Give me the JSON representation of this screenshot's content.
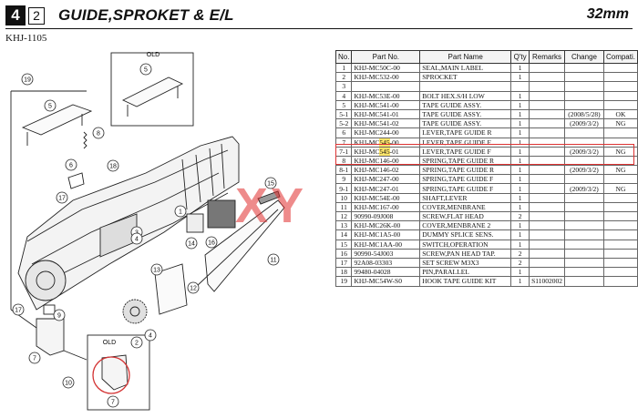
{
  "header": {
    "page_number": "4",
    "sub_number": "2",
    "title": "GUIDE,SPROKET & E/L",
    "size": "32mm",
    "code": "KHJ-1105"
  },
  "diagram": {
    "old_label_top": "OLD",
    "old_label_bottom": "OLD",
    "callouts": [
      "19",
      "5",
      "5",
      "8",
      "6",
      "17",
      "18",
      "1",
      "3",
      "4",
      "15",
      "14",
      "16",
      "13",
      "12",
      "11",
      "17",
      "9",
      "7",
      "2",
      "4",
      "10",
      "7"
    ]
  },
  "watermark": "XY",
  "table": {
    "headers": [
      "No.",
      "Part No.",
      "Part Name",
      "Q'ty",
      "Remarks",
      "Change",
      "Compati."
    ],
    "rows": [
      [
        "1",
        "KHJ-MC50C-00",
        "SEAL,MAIN LABEL",
        "1",
        "",
        "",
        ""
      ],
      [
        "2",
        "KHJ-MC532-00",
        "SPROCKET",
        "1",
        "",
        "",
        ""
      ],
      [
        "3",
        "",
        "",
        "",
        "",
        "",
        ""
      ],
      [
        "4",
        "KHJ-MC53E-00",
        "BOLT HEX.S/H LOW",
        "1",
        "",
        "",
        ""
      ],
      [
        "5",
        "KHJ-MC541-00",
        "TAPE GUIDE ASSY.",
        "1",
        "",
        "",
        ""
      ],
      [
        "5-1",
        "KHJ-MC541-01",
        "TAPE GUIDE ASSY.",
        "1",
        "",
        "(2008/5/28)",
        "OK"
      ],
      [
        "5-2",
        "KHJ-MC541-02",
        "TAPE GUIDE ASSY.",
        "1",
        "",
        "(2009/3/2)",
        "NG"
      ],
      [
        "6",
        "KHJ-MC244-00",
        "LEVER,TAPE GUIDE R",
        "1",
        "",
        "",
        ""
      ],
      [
        "7",
        "KHJ-MC545-00",
        "LEVER,TAPE GUIDE F",
        "1",
        "",
        "",
        ""
      ],
      [
        "7-1",
        "KHJ-MC545-01",
        "LEVER,TAPE GUIDE F",
        "1",
        "",
        "(2009/3/2)",
        "NG"
      ],
      [
        "8",
        "KHJ-MC146-00",
        "SPRING,TAPE GUIDE R",
        "1",
        "",
        "",
        ""
      ],
      [
        "8-1",
        "KHJ-MC146-02",
        "SPRING,TAPE GUIDE R",
        "1",
        "",
        "(2009/3/2)",
        "NG"
      ],
      [
        "9",
        "KHJ-MC247-00",
        "SPRING,TAPE GUIDE F",
        "1",
        "",
        "",
        ""
      ],
      [
        "9-1",
        "KHJ-MC247-01",
        "SPRING,TAPE GUIDE F",
        "1",
        "",
        "(2009/3/2)",
        "NG"
      ],
      [
        "10",
        "KHJ-MC54E-00",
        "SHAFT,LEVER",
        "1",
        "",
        "",
        ""
      ],
      [
        "11",
        "KHJ-MC167-00",
        "COVER,MENBRANE",
        "1",
        "",
        "",
        ""
      ],
      [
        "12",
        "90990-09J008",
        "SCREW,FLAT HEAD",
        "2",
        "",
        "",
        ""
      ],
      [
        "13",
        "KHJ-MC26K-00",
        "COVER,MENBRANE 2",
        "1",
        "",
        "",
        ""
      ],
      [
        "14",
        "KHJ-MC1A5-00",
        "DUMMY SPLICE SENS.",
        "1",
        "",
        "",
        ""
      ],
      [
        "15",
        "KHJ-MC1AA-00",
        "SWITCH,OPERATION",
        "1",
        "",
        "",
        ""
      ],
      [
        "16",
        "90990-54J003",
        "SCREW,PAN HEAD TAP.",
        "2",
        "",
        "",
        ""
      ],
      [
        "17",
        "92A08-03303",
        "SET SCREW  M3X3",
        "2",
        "",
        "",
        ""
      ],
      [
        "18",
        "99480-04028",
        "PIN,PARALLEL",
        "1",
        "",
        "",
        ""
      ],
      [
        "19",
        "KHJ-MC54W-S0",
        "HOOK TAPE GUIDE KIT",
        "1",
        "S11002002",
        "",
        ""
      ]
    ]
  },
  "colors": {
    "highlight": "#ffe66b",
    "red_mark": "#d33333",
    "watermark": "#e02c2c"
  }
}
